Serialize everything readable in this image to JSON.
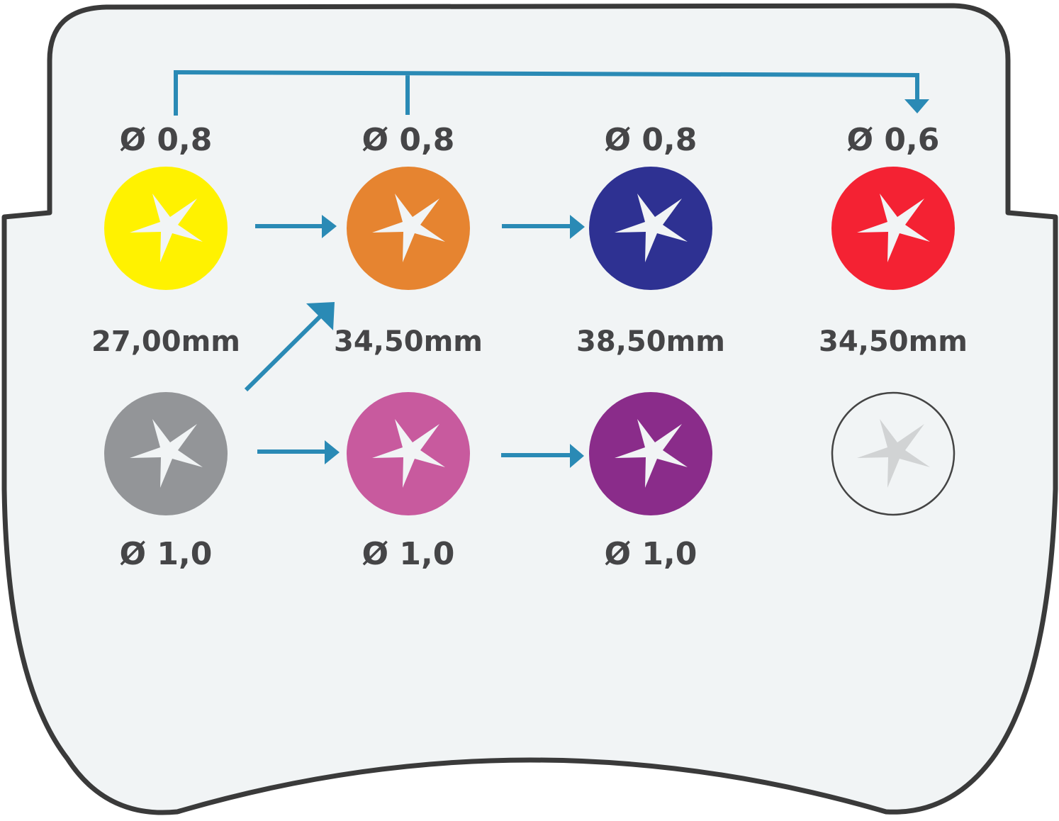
{
  "colors": {
    "arrow": "#2A8AB5",
    "background": "#F1F4F5",
    "outline": "#3A3A3A",
    "star": "#F1F4F5"
  },
  "top_row": [
    {
      "diameter": "Ø 0,8",
      "length": "27,00mm",
      "color": "#FFF200",
      "icon": "star-icon"
    },
    {
      "diameter": "Ø 0,8",
      "length": "34,50mm",
      "color": "#E68430",
      "icon": "star-icon"
    },
    {
      "diameter": "Ø 0,8",
      "length": "38,50mm",
      "color": "#2E3192",
      "icon": "star-icon"
    },
    {
      "diameter": "Ø 0,6",
      "length": "34,50mm",
      "color": "#F42233",
      "icon": "star-icon"
    }
  ],
  "bottom_row": [
    {
      "diameter": "Ø 1,0",
      "color": "#939598",
      "icon": "star-icon"
    },
    {
      "diameter": "Ø 1,0",
      "color": "#C85A9E",
      "icon": "star-icon"
    },
    {
      "diameter": "Ø 1,0",
      "color": "#8A2C8A",
      "icon": "star-icon"
    },
    {
      "color": "none",
      "icon": "star-icon",
      "empty": true
    }
  ]
}
